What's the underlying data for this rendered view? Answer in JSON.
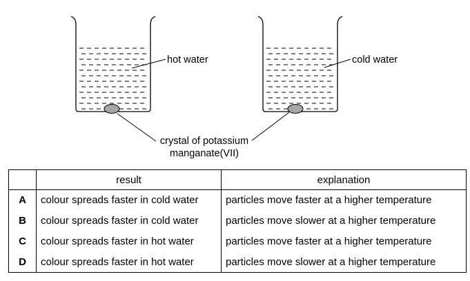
{
  "diagram": {
    "labels": {
      "hot_water": "hot water",
      "cold_water": "cold water",
      "crystal_line1": "crystal of potassium",
      "crystal_line2": "manganate(VII)"
    }
  },
  "table": {
    "headers": {
      "letter": "",
      "result": "result",
      "explanation": "explanation"
    },
    "rows": [
      {
        "letter": "A",
        "result": "colour spreads faster in cold water",
        "explanation": "particles move faster at a higher temperature"
      },
      {
        "letter": "B",
        "result": "colour spreads faster in cold water",
        "explanation": "particles move slower at a higher temperature"
      },
      {
        "letter": "C",
        "result": "colour spreads faster in hot water",
        "explanation": "particles move faster at a higher temperature"
      },
      {
        "letter": "D",
        "result": "colour spreads faster in hot water",
        "explanation": "particles move slower at a higher temperature"
      }
    ]
  },
  "colors": {
    "crystal_fill": "#a6a6a6",
    "line": "#000000"
  }
}
